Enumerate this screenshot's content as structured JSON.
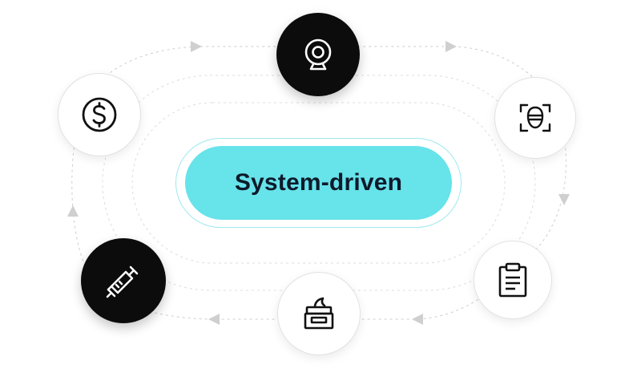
{
  "center": {
    "label": "System-driven"
  },
  "colors": {
    "accent": "#67e3ea",
    "accent_border": "#9fe9ee",
    "dark_node": "#0c0c0c",
    "light_node": "#ffffff",
    "dashed_line": "#c9c9c9",
    "arrow": "#cfcfcf"
  },
  "nodes": [
    {
      "id": "webcam",
      "icon": "webcam-icon",
      "style": "dark"
    },
    {
      "id": "face-scan",
      "icon": "face-scan-icon",
      "style": "light"
    },
    {
      "id": "clipboard",
      "icon": "clipboard-icon",
      "style": "light"
    },
    {
      "id": "cream-jar",
      "icon": "cream-jar-icon",
      "style": "light"
    },
    {
      "id": "syringe",
      "icon": "syringe-icon",
      "style": "dark"
    },
    {
      "id": "dollar",
      "icon": "dollar-icon",
      "style": "light"
    }
  ]
}
